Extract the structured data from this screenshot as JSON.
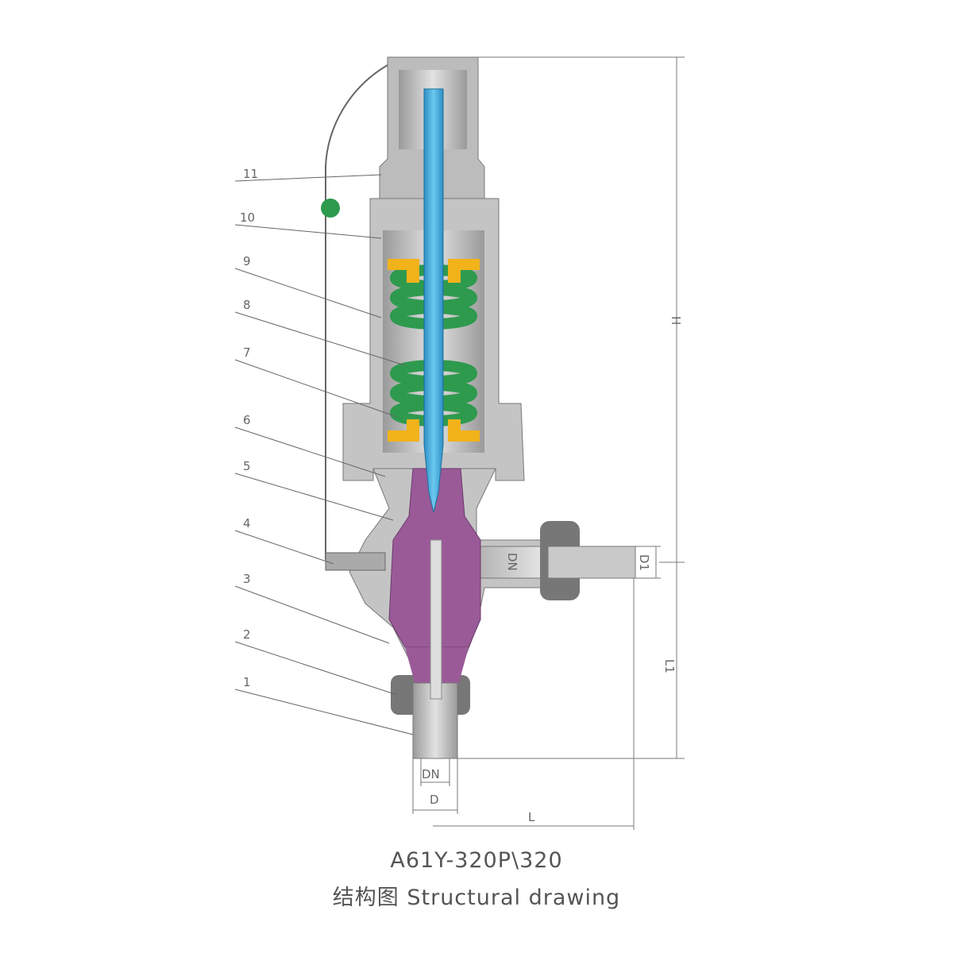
{
  "part_numbers": [
    "1",
    "2",
    "3",
    "4",
    "5",
    "6",
    "7",
    "8",
    "9",
    "10",
    "11"
  ],
  "dimensions": {
    "H": "H",
    "L1": "L1",
    "D1": "D1",
    "DN2": "DN",
    "DN": "DN",
    "D": "D",
    "L": "L"
  },
  "caption": {
    "model": "A61Y-320P\\320",
    "title": "结构图 Structural drawing"
  },
  "colors": {
    "stem": "#3aa8dc",
    "spring": "#2e9a4e",
    "spring_seat": "#f2b21a",
    "disc": "#9a5a98",
    "body": "#c8c8c8"
  }
}
